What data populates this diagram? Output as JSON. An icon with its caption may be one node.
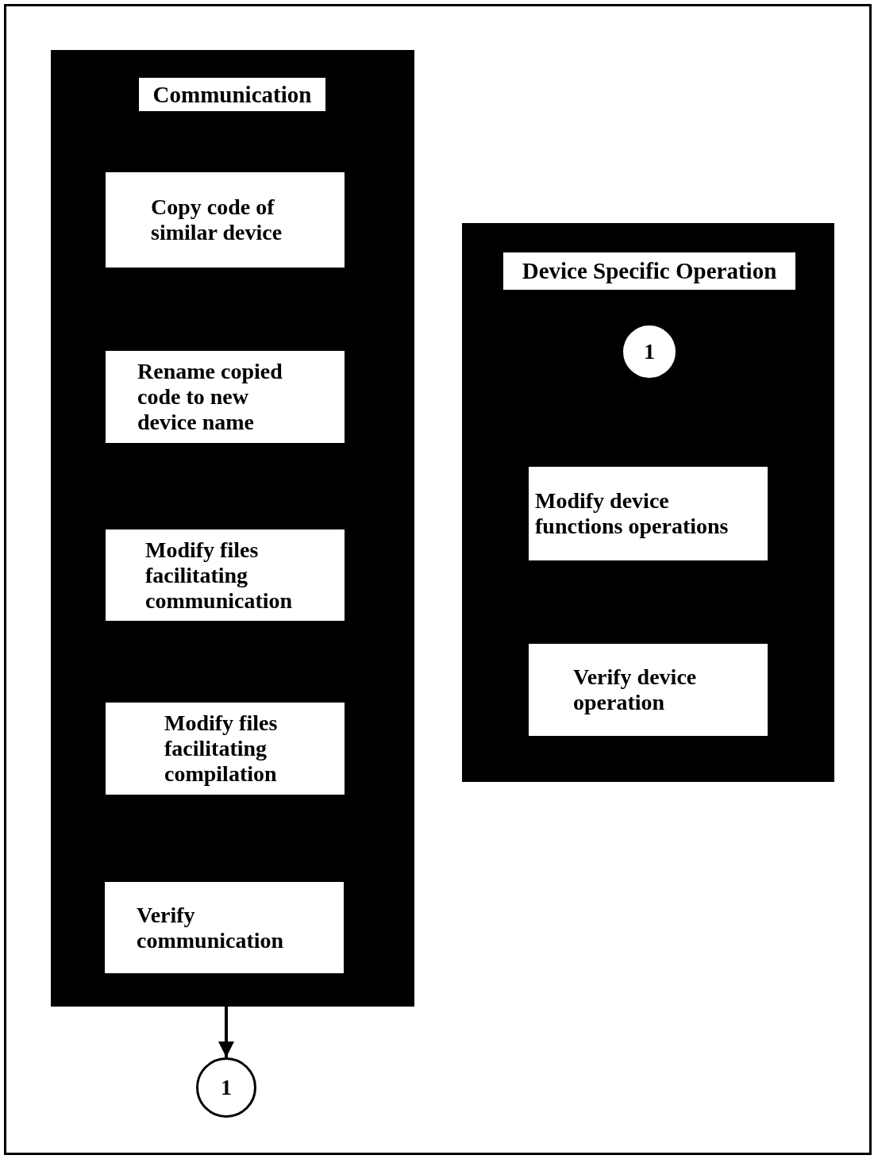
{
  "diagram": {
    "nodes": [
      {
        "text": [
          "Communication"
        ]
      },
      {
        "text": [
          "Copy code of similar device"
        ],
        "in": 0
      },
      {
        "text": [
          "Rename copied code to new device name"
        ],
        "in": 0
      },
      {
        "text": [
          "Modify files facilitating communication"
        ],
        "in": 0
      },
      {
        "text": [
          "Modify files facilitating compilation"
        ],
        "in": 0
      },
      {
        "text": [
          "Verify communication"
        ],
        "in": 0
      },
      {
        "text": [
          "1"
        ]
      },
      {
        "text": [
          "Device Specific Operation"
        ]
      },
      {
        "text": [
          "1"
        ],
        "in": 7
      },
      {
        "text": [
          "Modify device functions operations"
        ],
        "in": 7
      },
      {
        "text": [
          "Verify device operation"
        ],
        "in": 7
      }
    ],
    "edges": [
      {
        "from": 0,
        "to": 6,
        "arrow": "to"
      }
    ]
  }
}
